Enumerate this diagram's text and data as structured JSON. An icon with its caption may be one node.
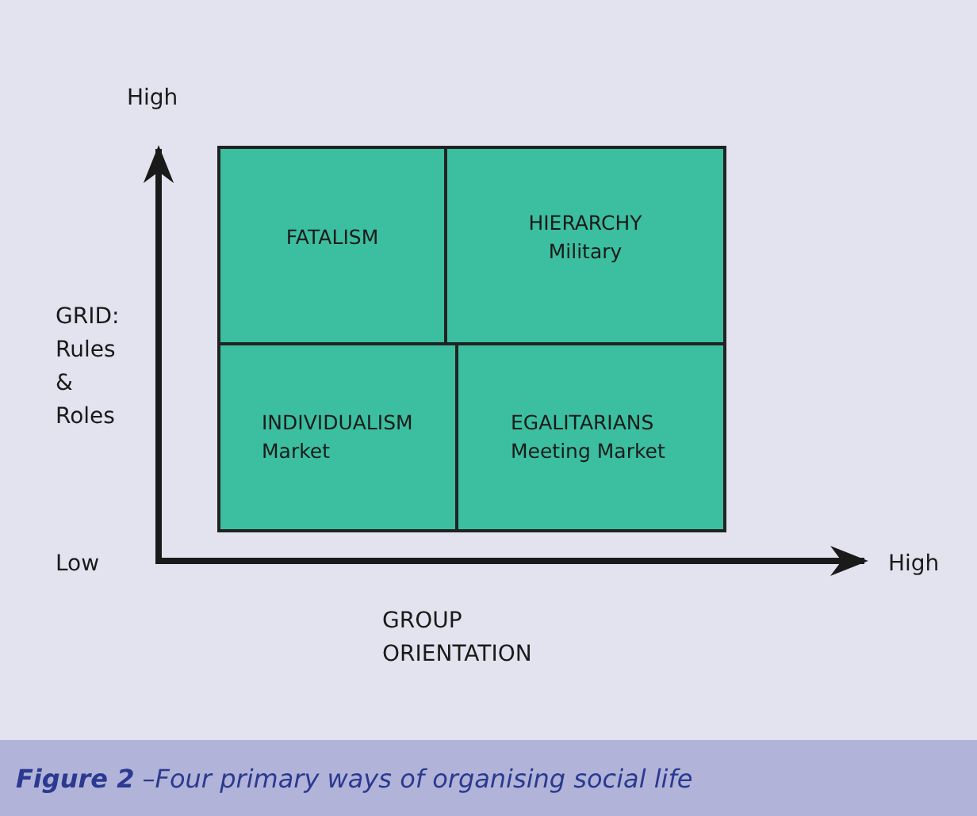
{
  "diagram": {
    "caption": "**Figure 2**  –Four primary ways of organising social life",
    "nodes": [
      {
        "text": [
          "FATALISM"
        ]
      },
      {
        "text": [
          "HIERARCHY",
          "Military"
        ]
      },
      {
        "text": [
          "INDIVIDUALISM",
          "Market"
        ]
      },
      {
        "text": [
          "EGALITARIANS",
          "Meeting Market"
        ]
      }
    ],
    "labels": [
      "High",
      "GRID: Rules & Roles",
      "Low",
      "High",
      "GROUP ORIENTATION"
    ]
  }
}
